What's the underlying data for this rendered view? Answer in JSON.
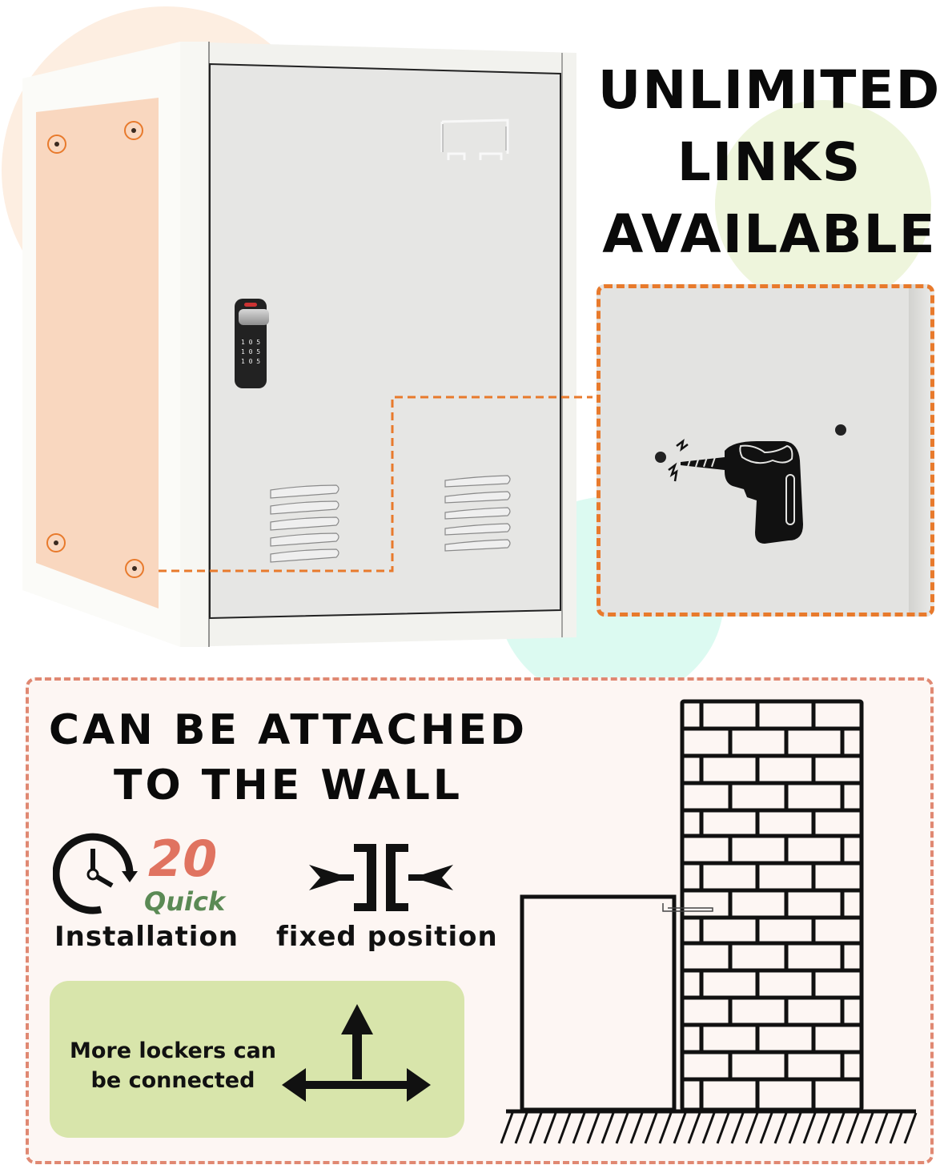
{
  "headline": {
    "lines": [
      "UNLIMITED",
      "LINKS",
      "AVAILABLE"
    ]
  },
  "locker": {
    "lock_digits": [
      "1 0 5",
      "1 0 5",
      "1 0 5"
    ],
    "side_holes": 4
  },
  "detail_panel": {
    "icon": "drill-icon",
    "holes": 2
  },
  "wall_section": {
    "title_lines": [
      "CAN BE ATTACHED",
      "TO THE WALL"
    ],
    "install": {
      "number": "20",
      "label": "Quick",
      "caption": "Installation",
      "icon": "clock-rotate-icon"
    },
    "fixed": {
      "caption": "fixed position",
      "icon": "compress-arrows-icon"
    },
    "connect": {
      "lines": [
        "More lockers can",
        "be connected"
      ],
      "icon": "three-way-arrow-icon"
    },
    "diagram": {
      "icon": "brick-wall-icon"
    }
  },
  "colors": {
    "orange_dash": "#e87a2c",
    "salmon_dash": "#e08872",
    "peach_circle": "#fdeee1",
    "peach_side": "#f9d7bf",
    "lime_circle": "#eef5dc",
    "mint_circle": "#dcfaf1",
    "green_box": "#d8e5ab",
    "accent_number": "#e07360",
    "accent_quick": "#5b8a55",
    "locker_body": "#e8e8e6"
  }
}
